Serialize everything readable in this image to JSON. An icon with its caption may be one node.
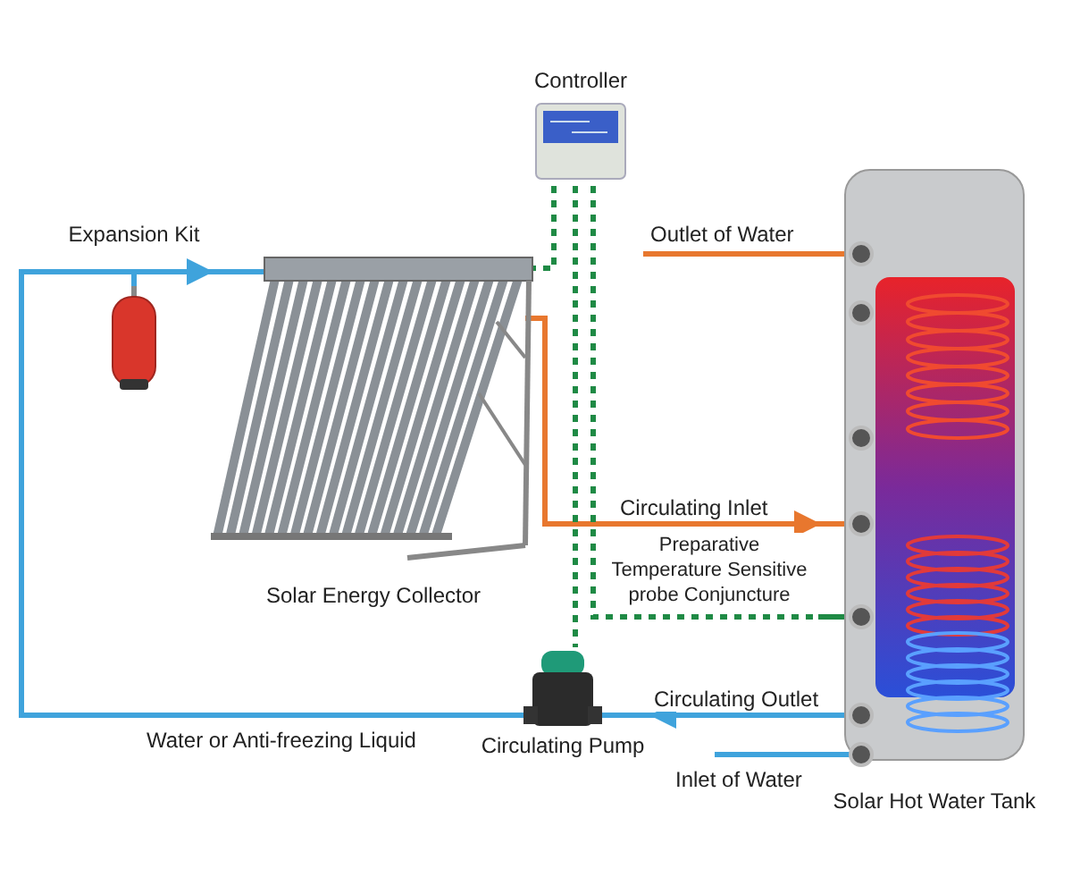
{
  "diagram": {
    "nodes": [
      {
        "text": [
          "Controller"
        ]
      },
      {
        "text": [
          "Expansion Kit"
        ]
      },
      {
        "text": [
          "Solar Energy Collector"
        ]
      },
      {
        "text": [
          "Solar Hot Water Tank"
        ]
      },
      {
        "text": [
          "Circulating Pump"
        ]
      }
    ],
    "edges": [
      {
        "from": 2,
        "to": 3,
        "arrow": "to",
        "label": "Circulating Inlet",
        "color": "#e8772e"
      },
      {
        "from": 3,
        "to": 4,
        "arrow": "to",
        "label": "Circulating Outlet"
      },
      {
        "from": 4,
        "to": 2,
        "arrow": "to",
        "label": "Water or Anti-freezing Liquid"
      },
      {
        "from": 4,
        "to": 1,
        "arrow": "none"
      },
      {
        "from": null,
        "to": 3,
        "arrow": "none",
        "label": "Inlet of Water"
      },
      {
        "from": 3,
        "to": null,
        "arrow": "none",
        "label": "Outlet of Water",
        "color": "#e8772e"
      },
      {
        "from": 0,
        "to": 2,
        "arrow": "none",
        "style": "dashed",
        "color": "#1f8a45"
      },
      {
        "from": 0,
        "to": 4,
        "arrow": "none",
        "style": "dashed",
        "color": "#1f8a45"
      },
      {
        "from": 0,
        "to": 3,
        "arrow": "none",
        "style": "dashed",
        "color": "#1f8a45",
        "label": "Preparative Temperature Sensitive probe Conjuncture"
      }
    ]
  }
}
